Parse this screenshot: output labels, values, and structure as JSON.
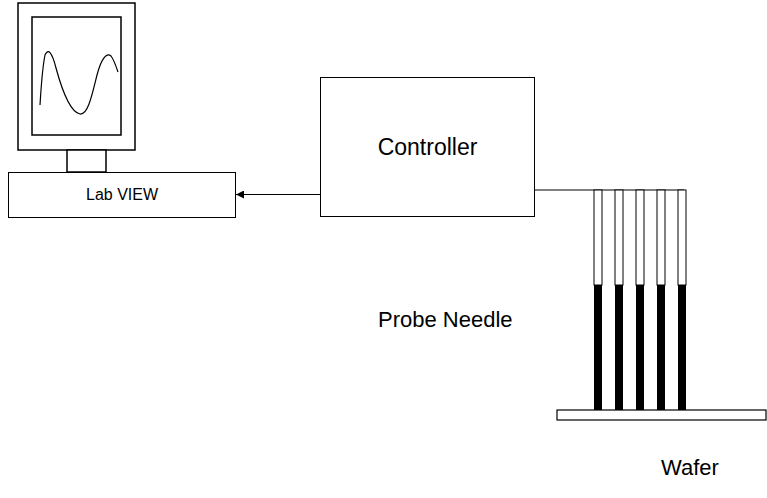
{
  "diagram": {
    "nodes": [
      {
        "text": [
          "Lab VIEW"
        ]
      },
      {
        "text": [
          "Controller"
        ]
      }
    ],
    "edges": [
      {
        "from": 1,
        "to": 0,
        "arrow": "to"
      }
    ],
    "labels": [
      "Probe Needle",
      "Wafer"
    ]
  }
}
